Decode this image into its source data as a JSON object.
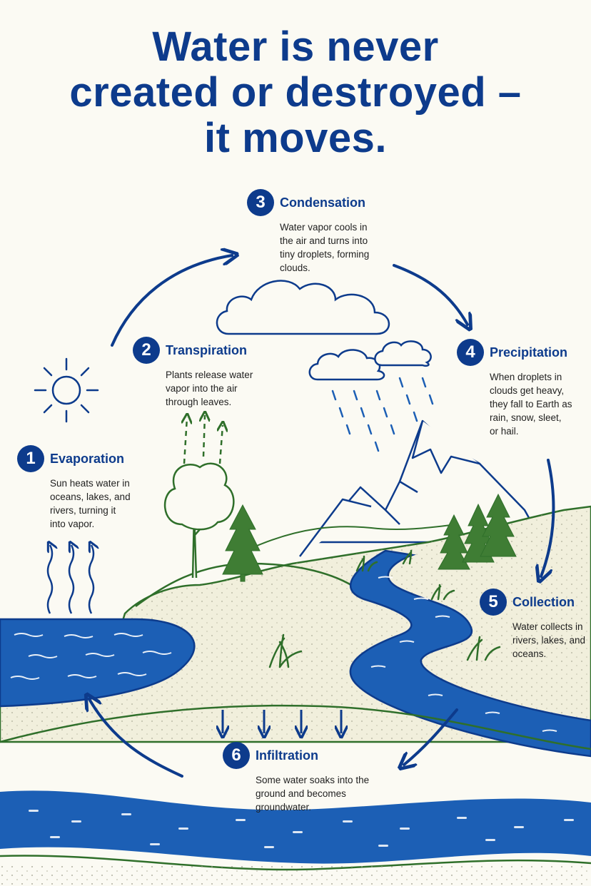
{
  "title": {
    "line1": "Water is never",
    "line2": "created or destroyed –",
    "line3": "it moves."
  },
  "steps": [
    {
      "number": "1",
      "title": "Evaporation",
      "desc": [
        "Sun heats water in",
        "oceans, lakes, and",
        "rivers, turning it",
        "into vapor."
      ]
    },
    {
      "number": "2",
      "title": "Transpiration",
      "desc": [
        "Plants release water",
        "vapor into the air",
        "through leaves."
      ]
    },
    {
      "number": "3",
      "title": "Condensation",
      "desc": [
        "Water vapor cools in",
        "the air and turns into",
        "tiny droplets, forming",
        "clouds."
      ]
    },
    {
      "number": "4",
      "title": "Precipitation",
      "desc": [
        "When droplets in",
        "clouds get heavy,",
        "they fall to Earth as",
        "rain, snow, sleet,",
        "or hail."
      ]
    },
    {
      "number": "5",
      "title": "Collection",
      "desc": [
        "Water collects in",
        "rivers, lakes, and",
        "oceans."
      ]
    },
    {
      "number": "6",
      "title": "Infiltration",
      "desc": [
        "Some water soaks into the",
        "ground and becomes",
        "groundwater."
      ]
    }
  ],
  "colors": {
    "navy": "#0d3b8c",
    "water": "#1c5fb5",
    "green": "#2f6f2a",
    "sand": "#f1efdc",
    "background": "#fbfaf3"
  },
  "icons": [
    "sun-icon",
    "cloud-icon",
    "tree-icon",
    "pine-tree-icon",
    "mountain-icon",
    "arrow-icon"
  ]
}
